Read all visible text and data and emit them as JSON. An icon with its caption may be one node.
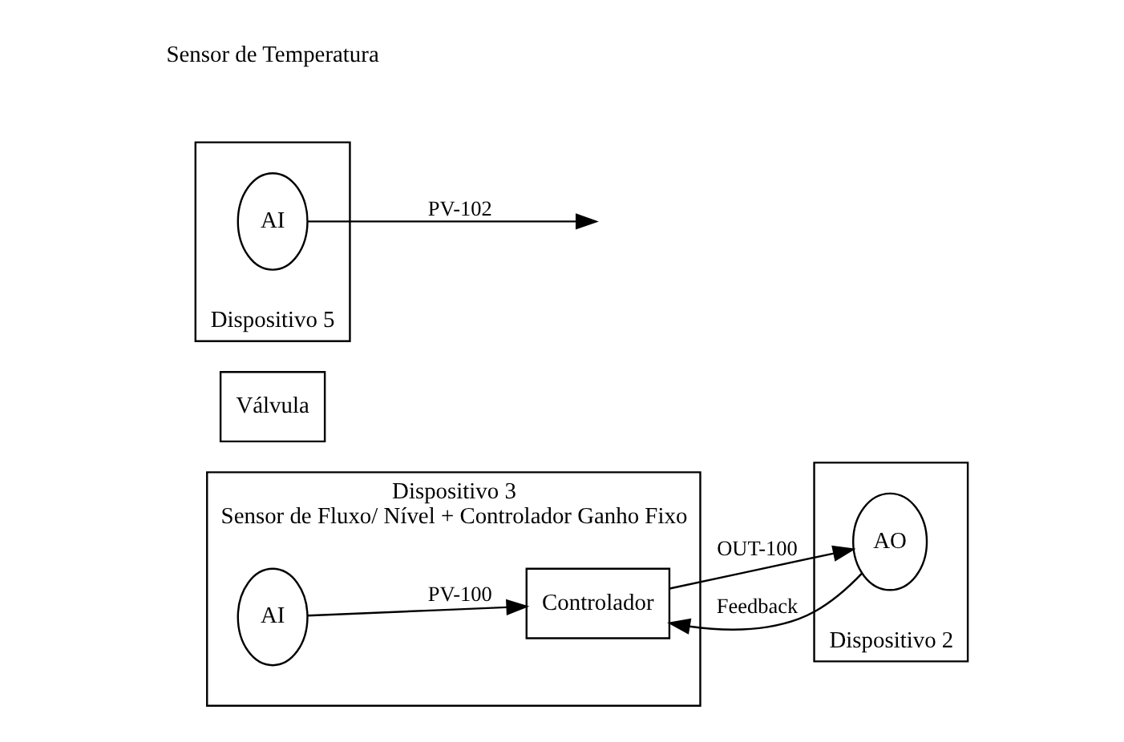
{
  "diagram": {
    "nodes": [
      {
        "text": [
          "Dispositivo 3",
          "Sensor de Fluxo/ Nível + Controlador Ganho Fixo"
        ]
      },
      {
        "text": [
          "AI"
        ],
        "in": 0
      },
      {
        "text": [
          "Controlador"
        ],
        "in": 0
      },
      {
        "text": [
          "Válvula"
        ]
      },
      {
        "text": [
          "Dispositivo 2"
        ]
      },
      {
        "text": [
          "AO"
        ],
        "in": 4
      },
      {
        "text": [
          "Dispositivo 5"
        ]
      },
      {
        "text": [
          "AI"
        ],
        "in": 6
      }
    ],
    "edges": [
      {
        "from": 1,
        "to": 2,
        "arrow": "to",
        "label": "PV-100"
      },
      {
        "from": 2,
        "to": 5,
        "arrow": "to",
        "label": "OUT-100"
      },
      {
        "from": 5,
        "to": 2,
        "arrow": "to",
        "label": "Feedback"
      },
      {
        "from": 7,
        "to": null,
        "arrow": "to",
        "label": "PV-102"
      }
    ],
    "labels": [
      "Sensor de Temperatura"
    ]
  }
}
